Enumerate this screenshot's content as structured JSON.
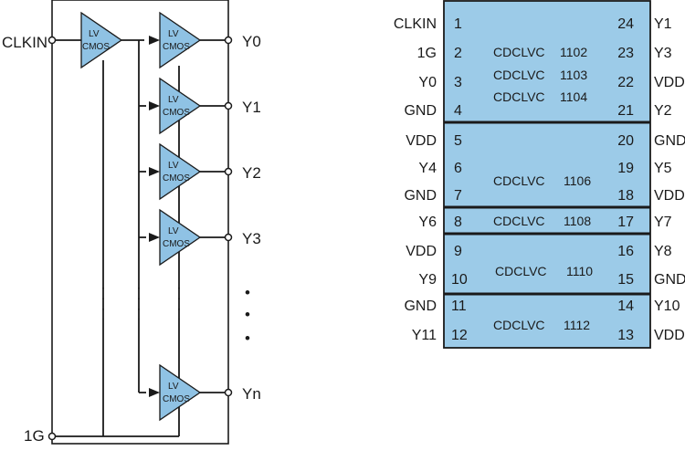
{
  "block_diagram": {
    "input_clock": "CLKIN",
    "enable_input": "1G",
    "buffer_label_line1": "LV",
    "buffer_label_line2": "CMOS",
    "outputs": [
      "Y0",
      "Y1",
      "Y2",
      "Y3",
      "Yn"
    ],
    "ellipsis": "•"
  },
  "pinout": {
    "left_pins": [
      {
        "signal": "CLKIN",
        "num": "1"
      },
      {
        "signal": "1G",
        "num": "2"
      },
      {
        "signal": "Y0",
        "num": "3"
      },
      {
        "signal": "GND",
        "num": "4"
      },
      {
        "signal": "VDD",
        "num": "5"
      },
      {
        "signal": "Y4",
        "num": "6"
      },
      {
        "signal": "GND",
        "num": "7"
      },
      {
        "signal": "Y6",
        "num": "8"
      },
      {
        "signal": "VDD",
        "num": "9"
      },
      {
        "signal": "Y9",
        "num": "10"
      },
      {
        "signal": "GND",
        "num": "11"
      },
      {
        "signal": "Y11",
        "num": "12"
      }
    ],
    "right_pins": [
      {
        "num": "24",
        "signal": "Y1"
      },
      {
        "num": "23",
        "signal": "Y3"
      },
      {
        "num": "22",
        "signal": "VDD"
      },
      {
        "num": "21",
        "signal": "Y2"
      },
      {
        "num": "20",
        "signal": "GND"
      },
      {
        "num": "19",
        "signal": "Y5"
      },
      {
        "num": "18",
        "signal": "VDD"
      },
      {
        "num": "17",
        "signal": "Y7"
      },
      {
        "num": "16",
        "signal": "Y8"
      },
      {
        "num": "15",
        "signal": "GND"
      },
      {
        "num": "14",
        "signal": "Y10"
      },
      {
        "num": "13",
        "signal": "VDD"
      }
    ],
    "parts": [
      {
        "name": "CDCLVC",
        "number": "1102"
      },
      {
        "name": "CDCLVC",
        "number": "1103"
      },
      {
        "name": "CDCLVC",
        "number": "1104"
      },
      {
        "name": "CDCLVC",
        "number": "1106"
      },
      {
        "name": "CDCLVC",
        "number": "1108"
      },
      {
        "name": "CDCLVC",
        "number": "1110"
      },
      {
        "name": "CDCLVC",
        "number": "1112"
      }
    ]
  }
}
